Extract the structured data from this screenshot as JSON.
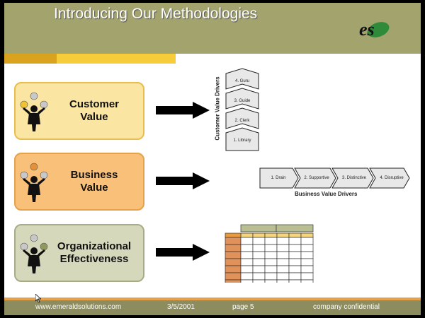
{
  "header": {
    "title": "Introducing Our Methodologies",
    "logo_text": "es"
  },
  "boxes": [
    {
      "label": "Customer\nValue"
    },
    {
      "label": "Business\nValue"
    },
    {
      "label": "Organizational\nEffectiveness"
    }
  ],
  "customer_drivers": {
    "title": "Customer Value Drivers",
    "steps": [
      "4. Guru",
      "3. Guide",
      "2. Clerk",
      "1. Library"
    ]
  },
  "business_drivers": {
    "title": "Business Value Drivers",
    "steps": [
      "1. Drain",
      "2. Supportive",
      "3. Distinctive",
      "4. Disruptive"
    ]
  },
  "footer": {
    "url": "www.emeraldsolutions.com",
    "date": "3/5/2001",
    "page": "page 5",
    "confidential": "company confidential"
  },
  "colors": {
    "header": "#a3a36e",
    "footer": "#8c8c5e",
    "customer_box": "#fbe5a3",
    "business_box": "#f9c07a",
    "org_box": "#d6d8bb",
    "accent_orange": "#e6a14a",
    "logo_green": "#2f8a3a"
  }
}
